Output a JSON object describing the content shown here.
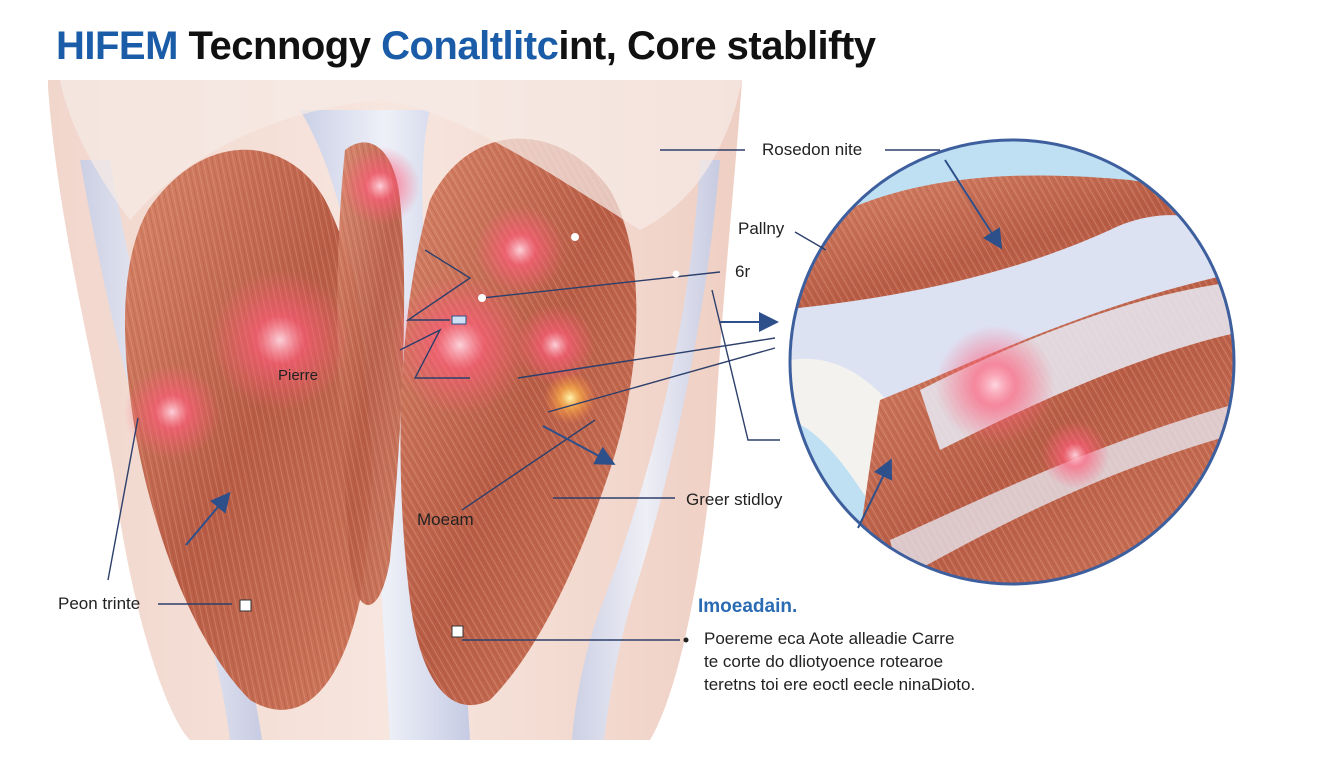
{
  "title": {
    "part1": "HIFEM",
    "part2": " Tecnnogy ",
    "part3": "Conaltlitc",
    "part4": "int, Core stablifty"
  },
  "labels": {
    "pleedon": "Rosedon nite",
    "pallny": "Pallny",
    "by": "6r",
    "piefre": "Pierre",
    "moeam": "Moeam",
    "greer": "Greer stidloy",
    "pecon": "Peon trinte"
  },
  "note": {
    "heading": "Imoeadain.",
    "lines": [
      "Poereme eca Aote alleadie Carre",
      "te corte do dliotyoence rotearoe",
      "teretns toi ere eoctl eecle ninaDioto."
    ]
  },
  "colors": {
    "title_blue": "#1a5ca8",
    "muscle": "#c76a4e",
    "glow": "#ff4d6d",
    "leader": "#2d3f6b"
  }
}
